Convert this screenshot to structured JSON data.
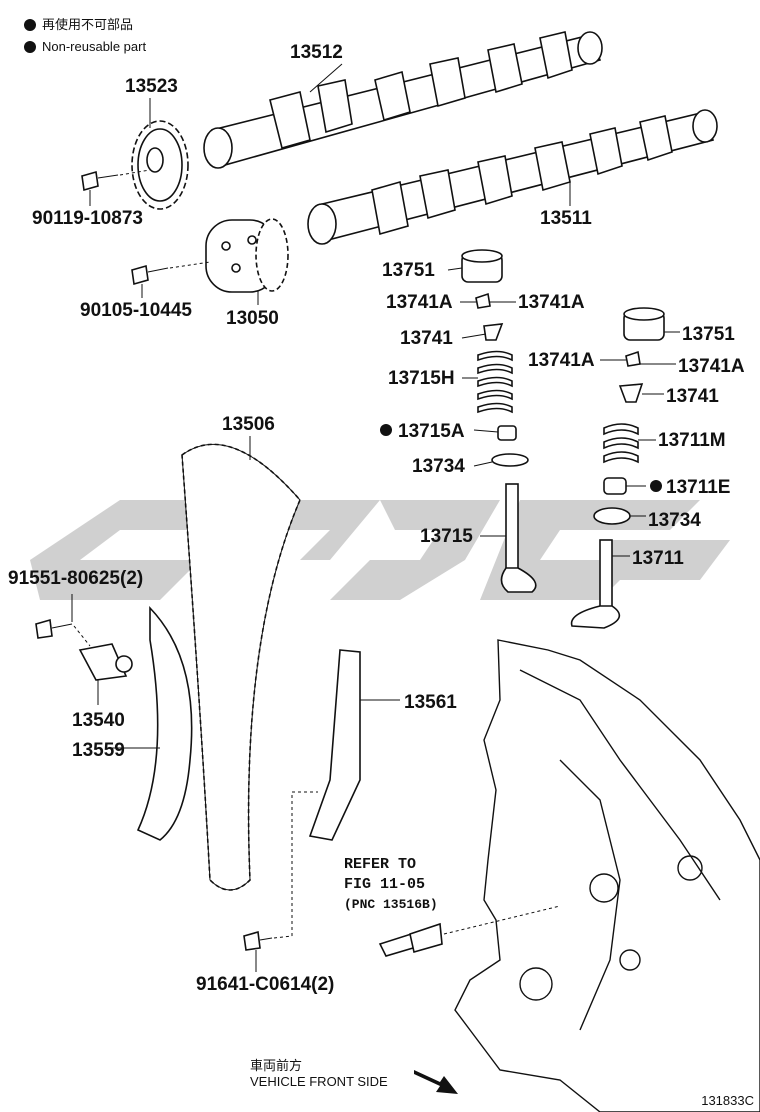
{
  "legend": {
    "dot_label_jp": "再使用不可部品",
    "dot_label_en": "Non-reusable part"
  },
  "parts": {
    "p13512": "13512",
    "p13523": "13523",
    "p90119": "90119-10873",
    "p13511": "13511",
    "p90105": "90105-10445",
    "p13050": "13050",
    "p13751a": "13751",
    "p13741A_l1": "13741A",
    "p13741A_r1": "13741A",
    "p13741a": "13741",
    "p13715H": "13715H",
    "p13715A": "13715A",
    "p13734a": "13734",
    "p13715": "13715",
    "p13751b": "13751",
    "p13741A_l2": "13741A",
    "p13741A_r2": "13741A",
    "p13741b": "13741",
    "p13711M": "13711M",
    "p13711E": "13711E",
    "p13734b": "13734",
    "p13711": "13711",
    "p13506": "13506",
    "p91551": "91551-80625(2)",
    "p13540": "13540",
    "p13559": "13559",
    "p13561": "13561",
    "p91641": "91641-C0614(2)"
  },
  "refer": {
    "line1": "REFER TO",
    "line2": "FIG 11-05",
    "line3": "(PNC 13516B)"
  },
  "footer": {
    "jp": "車両前方",
    "en": "VEHICLE FRONT SIDE"
  },
  "figure_code": "131833C"
}
